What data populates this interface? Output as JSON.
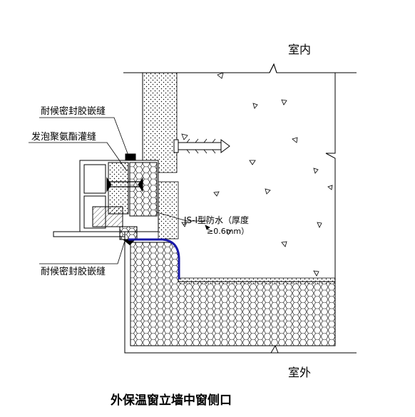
{
  "title": "外保温窗立墙中窗侧口",
  "labels": {
    "indoor": "室内",
    "outdoor": "室外",
    "sealant_top": "耐候密封胶嵌缝",
    "foam_fill": "发泡聚氨酯灌缝",
    "sealant_bottom": "耐候密封胶嵌缝",
    "waterproof_line1": "JS-I型防水（厚度",
    "waterproof_line2": "≥0.6mm）"
  },
  "colors": {
    "line": "#000000",
    "waterproof": "#1a1aa8",
    "background": "#ffffff"
  }
}
